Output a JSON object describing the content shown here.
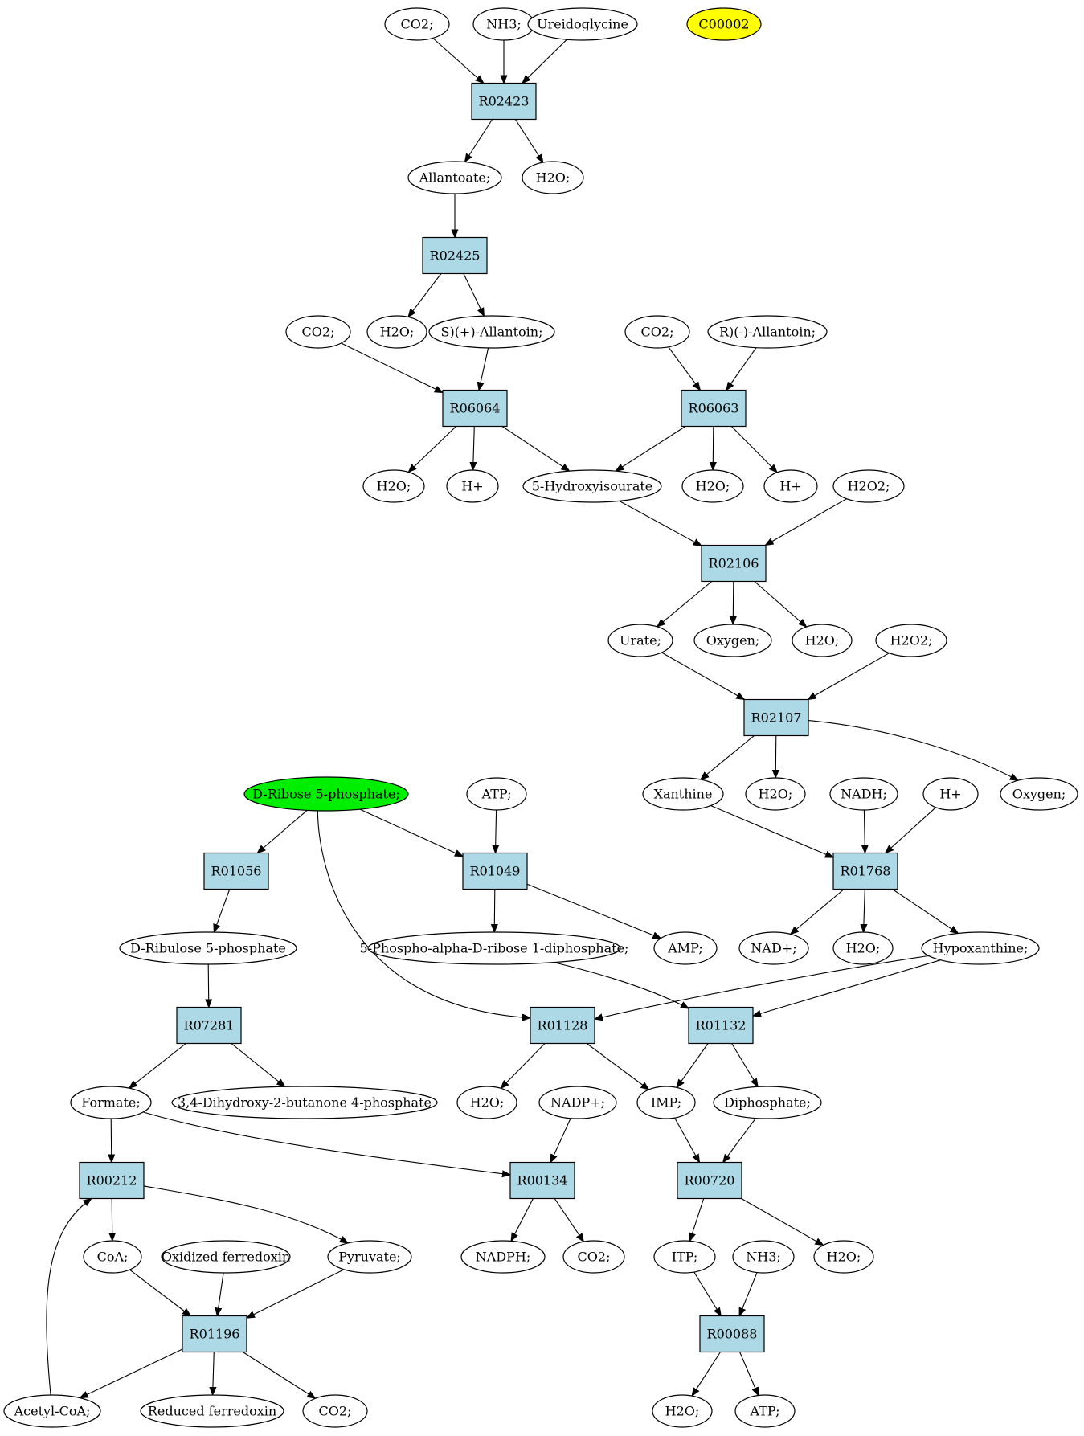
{
  "colors": {
    "reaction_fill": "#add8e6",
    "compound_fill": "#ffffff",
    "highlight_yellow": "#ffff00",
    "highlight_green": "#00ee00",
    "line": "#000000"
  },
  "nodes": [
    {
      "id": "co2_1",
      "label": "CO2;",
      "kind": "compound"
    },
    {
      "id": "nh3_1",
      "label": "NH3;",
      "kind": "compound"
    },
    {
      "id": "ureido",
      "label": "Ureidoglycine",
      "kind": "compound"
    },
    {
      "id": "c00002",
      "label": "C00002",
      "kind": "compound",
      "fill": "highlight_yellow"
    },
    {
      "id": "R02423",
      "label": "R02423",
      "kind": "reaction"
    },
    {
      "id": "allantoate",
      "label": "Allantoate;",
      "kind": "compound"
    },
    {
      "id": "h2o_1",
      "label": "H2O;",
      "kind": "compound"
    },
    {
      "id": "R02425",
      "label": "R02425",
      "kind": "reaction"
    },
    {
      "id": "co2_2",
      "label": "CO2;",
      "kind": "compound"
    },
    {
      "id": "h2o_2",
      "label": "H2O;",
      "kind": "compound"
    },
    {
      "id": "s_allantoin",
      "label": "S)(+)-Allantoin;",
      "kind": "compound"
    },
    {
      "id": "co2_3",
      "label": "CO2;",
      "kind": "compound"
    },
    {
      "id": "r_allantoin",
      "label": "R)(-)-Allantoin;",
      "kind": "compound"
    },
    {
      "id": "R06064",
      "label": "R06064",
      "kind": "reaction"
    },
    {
      "id": "R06063",
      "label": "R06063",
      "kind": "reaction"
    },
    {
      "id": "h2o_3",
      "label": "H2O;",
      "kind": "compound"
    },
    {
      "id": "hplus_1",
      "label": "H+",
      "kind": "compound"
    },
    {
      "id": "hydroxyisourate",
      "label": "5-Hydroxyisourate",
      "kind": "compound"
    },
    {
      "id": "h2o_4",
      "label": "H2O;",
      "kind": "compound"
    },
    {
      "id": "hplus_2",
      "label": "H+",
      "kind": "compound"
    },
    {
      "id": "h2o2_1",
      "label": "H2O2;",
      "kind": "compound"
    },
    {
      "id": "R02106",
      "label": "R02106",
      "kind": "reaction"
    },
    {
      "id": "urate",
      "label": "Urate;",
      "kind": "compound"
    },
    {
      "id": "oxygen_1",
      "label": "Oxygen;",
      "kind": "compound"
    },
    {
      "id": "h2o_5",
      "label": "H2O;",
      "kind": "compound"
    },
    {
      "id": "h2o2_2",
      "label": "H2O2;",
      "kind": "compound"
    },
    {
      "id": "R02107",
      "label": "R02107",
      "kind": "reaction"
    },
    {
      "id": "ribose5p",
      "label": "D-Ribose 5-phosphate;",
      "kind": "compound",
      "fill": "highlight_green"
    },
    {
      "id": "atp_1",
      "label": "ATP;",
      "kind": "compound"
    },
    {
      "id": "xanthine",
      "label": "Xanthine",
      "kind": "compound"
    },
    {
      "id": "h2o_6",
      "label": "H2O;",
      "kind": "compound"
    },
    {
      "id": "nadh",
      "label": "NADH;",
      "kind": "compound"
    },
    {
      "id": "hplus_3",
      "label": "H+",
      "kind": "compound"
    },
    {
      "id": "oxygen_2",
      "label": "Oxygen;",
      "kind": "compound"
    },
    {
      "id": "R01056",
      "label": "R01056",
      "kind": "reaction"
    },
    {
      "id": "R01049",
      "label": "R01049",
      "kind": "reaction"
    },
    {
      "id": "R01768",
      "label": "R01768",
      "kind": "reaction"
    },
    {
      "id": "ribulose5p",
      "label": "D-Ribulose 5-phosphate",
      "kind": "compound"
    },
    {
      "id": "prpp",
      "label": "5-Phospho-alpha-D-ribose 1-diphosphate;",
      "kind": "compound"
    },
    {
      "id": "amp",
      "label": "AMP;",
      "kind": "compound"
    },
    {
      "id": "nadplus_1",
      "label": "NAD+;",
      "kind": "compound"
    },
    {
      "id": "h2o_7",
      "label": "H2O;",
      "kind": "compound"
    },
    {
      "id": "hypoxanthine",
      "label": "Hypoxanthine;",
      "kind": "compound"
    },
    {
      "id": "R07281",
      "label": "R07281",
      "kind": "reaction"
    },
    {
      "id": "R01128",
      "label": "R01128",
      "kind": "reaction"
    },
    {
      "id": "R01132",
      "label": "R01132",
      "kind": "reaction"
    },
    {
      "id": "formate",
      "label": "Formate;",
      "kind": "compound"
    },
    {
      "id": "dhbp",
      "label": "3,4-Dihydroxy-2-butanone 4-phosphate",
      "kind": "compound"
    },
    {
      "id": "h2o_8",
      "label": "H2O;",
      "kind": "compound"
    },
    {
      "id": "nadpplus",
      "label": "NADP+;",
      "kind": "compound"
    },
    {
      "id": "imp",
      "label": "IMP;",
      "kind": "compound"
    },
    {
      "id": "diphosphate",
      "label": "Diphosphate;",
      "kind": "compound"
    },
    {
      "id": "R00212",
      "label": "R00212",
      "kind": "reaction"
    },
    {
      "id": "R00134",
      "label": "R00134",
      "kind": "reaction"
    },
    {
      "id": "R00720",
      "label": "R00720",
      "kind": "reaction"
    },
    {
      "id": "coa",
      "label": "CoA;",
      "kind": "compound"
    },
    {
      "id": "oxfd",
      "label": "Oxidized ferredoxin",
      "kind": "compound"
    },
    {
      "id": "pyruvate",
      "label": "Pyruvate;",
      "kind": "compound"
    },
    {
      "id": "nadph",
      "label": "NADPH;",
      "kind": "compound"
    },
    {
      "id": "co2_4",
      "label": "CO2;",
      "kind": "compound"
    },
    {
      "id": "itp",
      "label": "ITP;",
      "kind": "compound"
    },
    {
      "id": "nh3_2",
      "label": "NH3;",
      "kind": "compound"
    },
    {
      "id": "h2o_9",
      "label": "H2O;",
      "kind": "compound"
    },
    {
      "id": "R01196",
      "label": "R01196",
      "kind": "reaction"
    },
    {
      "id": "R00088",
      "label": "R00088",
      "kind": "reaction"
    },
    {
      "id": "acetylcoa",
      "label": "Acetyl-CoA;",
      "kind": "compound"
    },
    {
      "id": "redfd",
      "label": "Reduced ferredoxin",
      "kind": "compound"
    },
    {
      "id": "co2_5",
      "label": "CO2;",
      "kind": "compound"
    },
    {
      "id": "h2o_10",
      "label": "H2O;",
      "kind": "compound"
    },
    {
      "id": "atp_2",
      "label": "ATP;",
      "kind": "compound"
    }
  ],
  "edges": [
    [
      "co2_1",
      "R02423"
    ],
    [
      "nh3_1",
      "R02423"
    ],
    [
      "ureido",
      "R02423"
    ],
    [
      "R02423",
      "allantoate"
    ],
    [
      "R02423",
      "h2o_1"
    ],
    [
      "allantoate",
      "R02425"
    ],
    [
      "R02425",
      "h2o_2"
    ],
    [
      "R02425",
      "s_allantoin"
    ],
    [
      "co2_2",
      "R06064"
    ],
    [
      "s_allantoin",
      "R06064"
    ],
    [
      "co2_3",
      "R06063"
    ],
    [
      "r_allantoin",
      "R06063"
    ],
    [
      "R06064",
      "h2o_3"
    ],
    [
      "R06064",
      "hplus_1"
    ],
    [
      "R06064",
      "hydroxyisourate"
    ],
    [
      "R06063",
      "hydroxyisourate"
    ],
    [
      "R06063",
      "h2o_4"
    ],
    [
      "R06063",
      "hplus_2"
    ],
    [
      "hydroxyisourate",
      "R02106"
    ],
    [
      "h2o2_1",
      "R02106"
    ],
    [
      "R02106",
      "urate"
    ],
    [
      "R02106",
      "oxygen_1"
    ],
    [
      "R02106",
      "h2o_5"
    ],
    [
      "urate",
      "R02107"
    ],
    [
      "h2o2_2",
      "R02107"
    ],
    [
      "R02107",
      "xanthine"
    ],
    [
      "R02107",
      "h2o_6"
    ],
    [
      "R02107",
      "oxygen_2"
    ],
    [
      "xanthine",
      "R01768"
    ],
    [
      "nadh",
      "R01768"
    ],
    [
      "hplus_3",
      "R01768"
    ],
    [
      "R01768",
      "nadplus_1"
    ],
    [
      "R01768",
      "h2o_7"
    ],
    [
      "R01768",
      "hypoxanthine"
    ],
    [
      "ribose5p",
      "R01056"
    ],
    [
      "ribose5p",
      "R01049"
    ],
    [
      "ribose5p",
      "R01128"
    ],
    [
      "atp_1",
      "R01049"
    ],
    [
      "R01056",
      "ribulose5p"
    ],
    [
      "R01049",
      "prpp"
    ],
    [
      "R01049",
      "amp"
    ],
    [
      "ribulose5p",
      "R07281"
    ],
    [
      "prpp",
      "R01132"
    ],
    [
      "hypoxanthine",
      "R01128"
    ],
    [
      "hypoxanthine",
      "R01132"
    ],
    [
      "R07281",
      "formate"
    ],
    [
      "R07281",
      "dhbp"
    ],
    [
      "R01128",
      "h2o_8"
    ],
    [
      "R01128",
      "imp"
    ],
    [
      "R01132",
      "imp"
    ],
    [
      "R01132",
      "diphosphate"
    ],
    [
      "formate",
      "R00212"
    ],
    [
      "formate",
      "R00134"
    ],
    [
      "nadpplus",
      "R00134"
    ],
    [
      "imp",
      "R00720"
    ],
    [
      "diphosphate",
      "R00720"
    ],
    [
      "R00212",
      "coa"
    ],
    [
      "R00212",
      "pyruvate"
    ],
    [
      "R00134",
      "nadph"
    ],
    [
      "R00134",
      "co2_4"
    ],
    [
      "R00720",
      "itp"
    ],
    [
      "R00720",
      "h2o_9"
    ],
    [
      "coa",
      "R01196"
    ],
    [
      "oxfd",
      "R01196"
    ],
    [
      "pyruvate",
      "R01196"
    ],
    [
      "itp",
      "R00088"
    ],
    [
      "nh3_2",
      "R00088"
    ],
    [
      "R01196",
      "acetylcoa"
    ],
    [
      "R01196",
      "redfd"
    ],
    [
      "R01196",
      "co2_5"
    ],
    [
      "acetylcoa",
      "R00212"
    ],
    [
      "R00088",
      "h2o_10"
    ],
    [
      "R00088",
      "atp_2"
    ]
  ]
}
